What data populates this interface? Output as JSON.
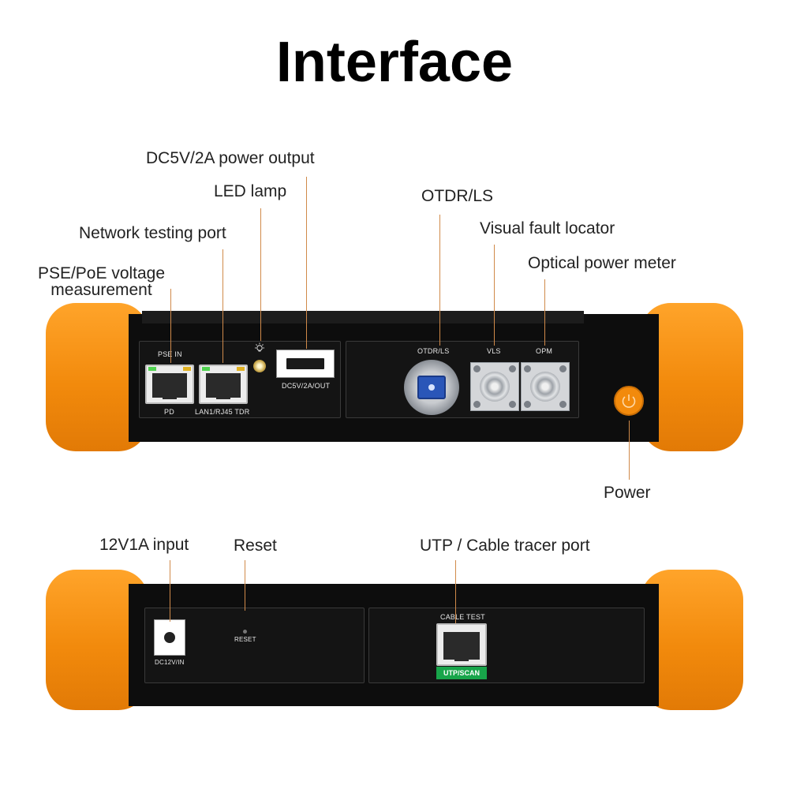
{
  "title": "Interface",
  "callouts": {
    "dc_power_output": "DC5V/2A power output",
    "led_lamp": "LED lamp",
    "network_port": "Network testing port",
    "pse_poe_line1": "PSE/PoE voltage",
    "pse_poe_line2": "measurement",
    "otdr_ls": "OTDR/LS",
    "vfl": "Visual fault locator",
    "opm": "Optical power meter",
    "power": "Power",
    "dc_input": "12V1A input",
    "reset": "Reset",
    "utp_port": "UTP / Cable tracer port"
  },
  "top_device": {
    "pse_in": "PSE IN",
    "pd": "PD",
    "lan": "LAN1/RJ45 TDR",
    "usb_out": "DC5V/2A/OUT",
    "otdr_ls": "OTDR/LS",
    "vls": "VLS",
    "opm": "OPM"
  },
  "bottom_device": {
    "dc_in": "DC12V/IN",
    "reset": "RESET",
    "cable_test": "CABLE TEST",
    "utp_scan": "UTP/SCAN"
  },
  "colors": {
    "bumper": "#f28a0c",
    "body": "#0d0d0d",
    "leader": "#d08a4a",
    "utp_badge": "#18a54a",
    "sc_connector": "#2a56b8"
  },
  "icons": [
    "light-bulb-icon",
    "power-icon"
  ]
}
